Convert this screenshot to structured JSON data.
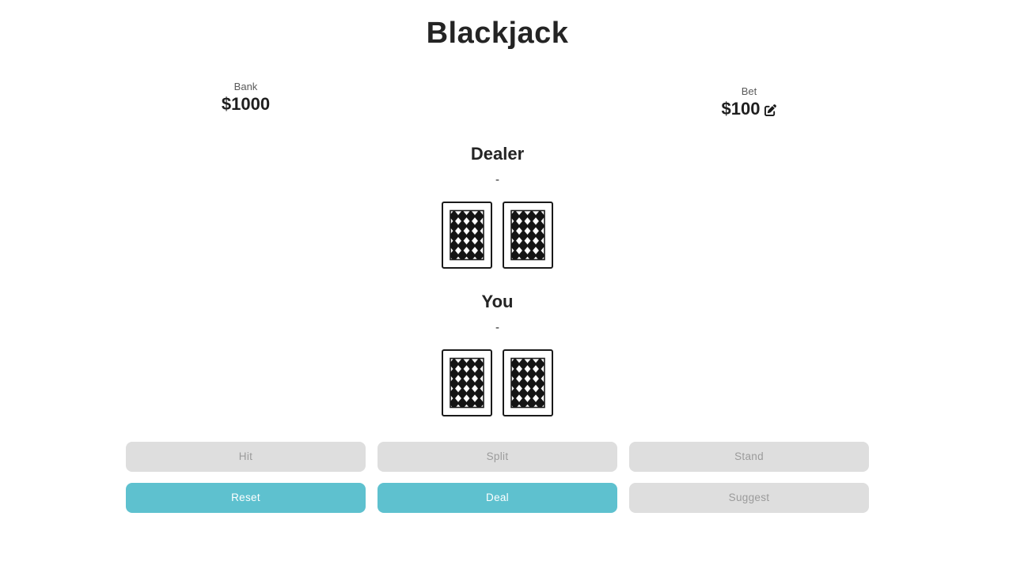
{
  "title": "Blackjack",
  "bank": {
    "label": "Bank",
    "value": "$1000"
  },
  "bet": {
    "label": "Bet",
    "value": "$100",
    "edit_icon": "pen-square-icon"
  },
  "dealer": {
    "label": "Dealer",
    "score": "-",
    "cards": [
      "face-down",
      "face-down"
    ]
  },
  "player": {
    "label": "You",
    "score": "-",
    "cards": [
      "face-down",
      "face-down"
    ]
  },
  "buttons": {
    "hit": {
      "label": "Hit",
      "enabled": false
    },
    "split": {
      "label": "Split",
      "enabled": false
    },
    "stand": {
      "label": "Stand",
      "enabled": false
    },
    "reset": {
      "label": "Reset",
      "enabled": true
    },
    "deal": {
      "label": "Deal",
      "enabled": true
    },
    "suggest": {
      "label": "Suggest",
      "enabled": false
    }
  },
  "colors": {
    "accent": "#5ec1cf",
    "disabled_bg": "#dedede",
    "disabled_text": "#9b9b9b",
    "text_dark": "#242424",
    "label_gray": "#5a5a5a"
  }
}
